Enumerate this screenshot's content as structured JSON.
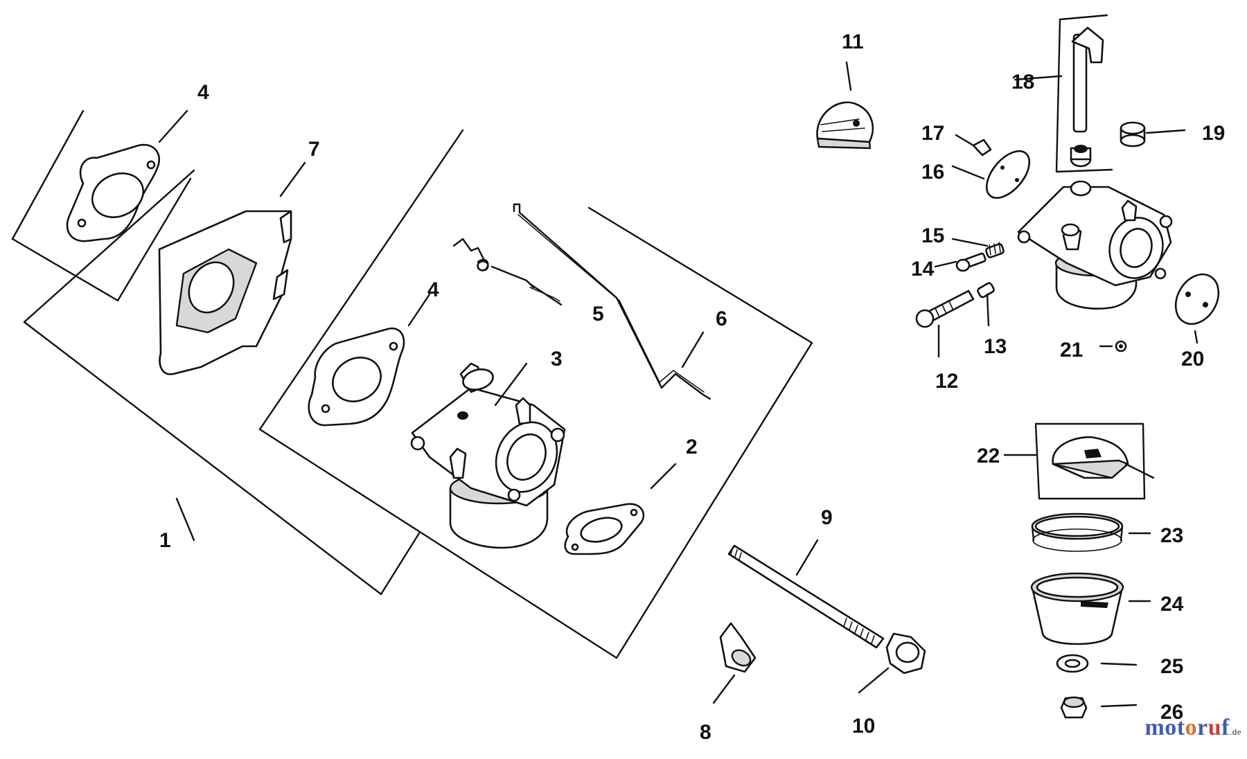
{
  "diagram": {
    "callouts": [
      {
        "id": "callout-1",
        "label": "1"
      },
      {
        "id": "callout-2",
        "label": "2"
      },
      {
        "id": "callout-3",
        "label": "3"
      },
      {
        "id": "callout-4a",
        "label": "4"
      },
      {
        "id": "callout-4b",
        "label": "4"
      },
      {
        "id": "callout-5",
        "label": "5"
      },
      {
        "id": "callout-6",
        "label": "6"
      },
      {
        "id": "callout-7",
        "label": "7"
      },
      {
        "id": "callout-8",
        "label": "8"
      },
      {
        "id": "callout-9",
        "label": "9"
      },
      {
        "id": "callout-10",
        "label": "10"
      },
      {
        "id": "callout-11",
        "label": "11"
      },
      {
        "id": "callout-12",
        "label": "12"
      },
      {
        "id": "callout-13",
        "label": "13"
      },
      {
        "id": "callout-14",
        "label": "14"
      },
      {
        "id": "callout-15",
        "label": "15"
      },
      {
        "id": "callout-16",
        "label": "16"
      },
      {
        "id": "callout-17",
        "label": "17"
      },
      {
        "id": "callout-18",
        "label": "18"
      },
      {
        "id": "callout-19",
        "label": "19"
      },
      {
        "id": "callout-20",
        "label": "20"
      },
      {
        "id": "callout-21",
        "label": "21"
      },
      {
        "id": "callout-22",
        "label": "22"
      },
      {
        "id": "callout-23",
        "label": "23"
      },
      {
        "id": "callout-24",
        "label": "24"
      },
      {
        "id": "callout-25",
        "label": "25"
      },
      {
        "id": "callout-26",
        "label": "26"
      }
    ]
  },
  "watermark": {
    "text_main": "mot",
    "text_o": "o",
    "text_r": "r",
    "text_u": "u",
    "text_f": "f",
    "text_tld": ".de"
  },
  "colors": {
    "line": "#111111",
    "background": "#ffffff",
    "watermark_blue": "#3f5fae",
    "watermark_orange": "#e0702a",
    "watermark_red": "#d23a3a"
  }
}
